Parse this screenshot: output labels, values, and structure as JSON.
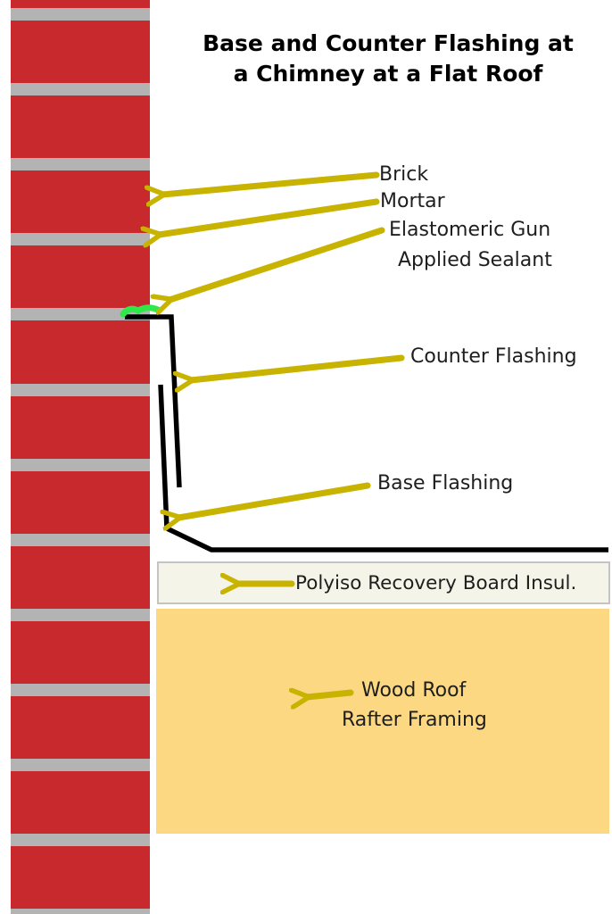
{
  "title": {
    "line1": "Base and Counter Flashing at",
    "line2": "a Chimney at a Flat Roof"
  },
  "labels": {
    "brick": "Brick",
    "mortar": "Mortar",
    "sealant_line1": "Elastomeric  Gun",
    "sealant_line2": "Applied Sealant",
    "counter_flashing": "Counter Flashing",
    "base_flashing": "Base Flashing",
    "insulation": "Polyiso Recovery Board Insul.",
    "framing_line1": "Wood Roof",
    "framing_line2": "Rafter Framing"
  },
  "colors": {
    "brick": "#c8292c",
    "mortar": "#b3b3b3",
    "arrow": "#c8b400",
    "sealant": "#2fe84a",
    "flashing": "#000000",
    "insulation_fill": "#f5f4e8",
    "insulation_border": "#c4c4c4",
    "framing": "#fdd882",
    "text": "#1e1e1e"
  }
}
